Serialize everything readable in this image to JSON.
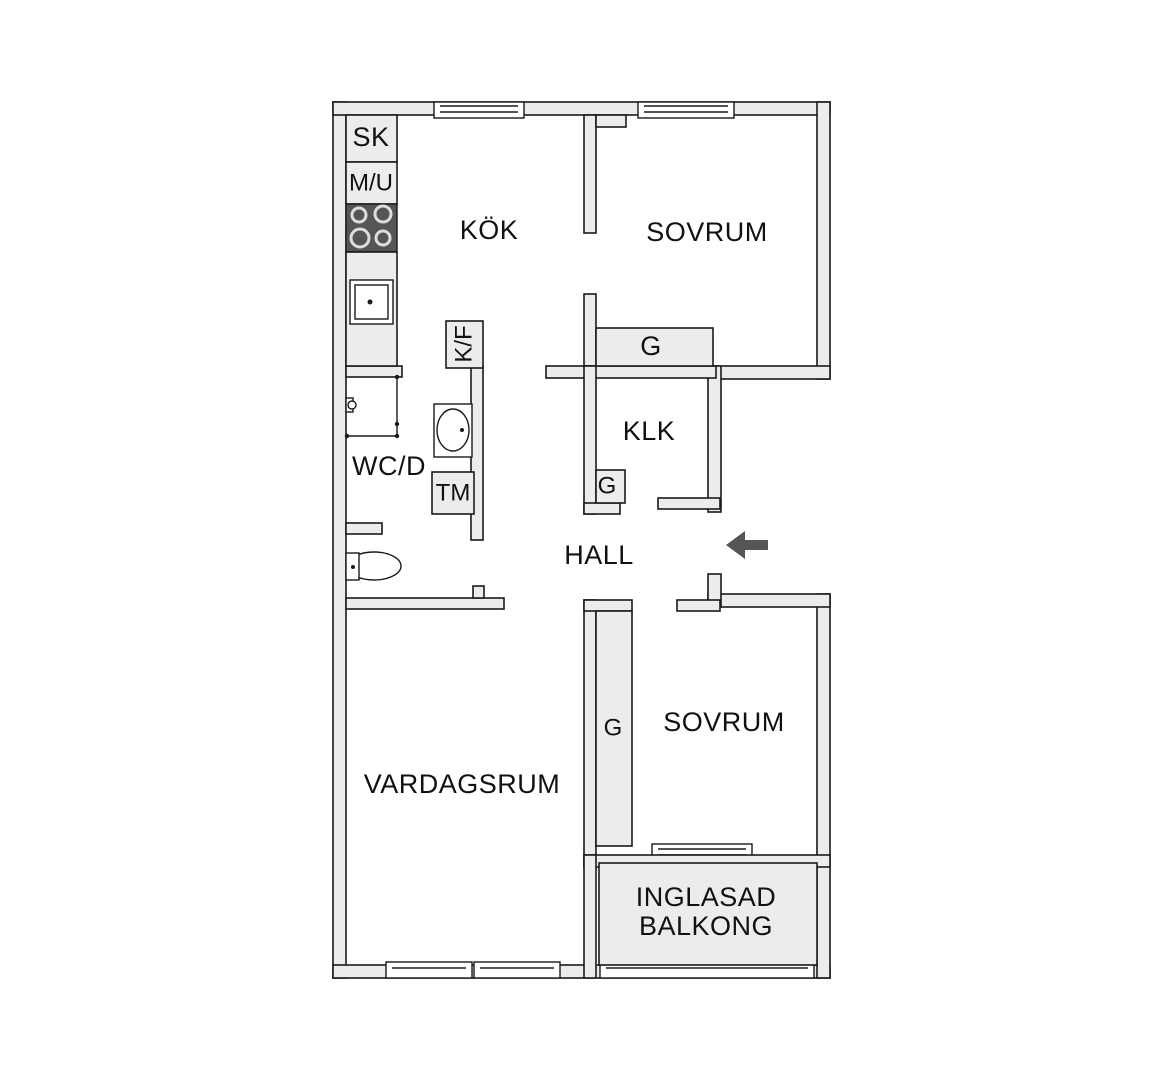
{
  "rooms": {
    "kitchen": "KÖK",
    "bedroom_1": "SOVRUM",
    "bedroom_2": "SOVRUM",
    "closet_room": "KLK",
    "wc": "WC/D",
    "hall": "HALL",
    "living_room": "VARDAGSRUM",
    "balcony_line1": "INGLASAD",
    "balcony_line2": "BALKONG"
  },
  "fixtures": {
    "sk": "SK",
    "mu": "M/U",
    "kf": "K/F",
    "tm": "TM",
    "wardrobe_1": "G",
    "wardrobe_2": "G",
    "wardrobe_3": "G"
  },
  "icons": {
    "entrance": "entrance-arrow-icon",
    "stove": "stove-icon",
    "sink": "kitchen-sink-icon",
    "washbasin": "washbasin-icon",
    "toilet": "toilet-icon",
    "shower": "shower-icon"
  },
  "colors": {
    "wall_fill": "#ececec",
    "line": "#1a1a1a",
    "stove": "#555555",
    "arrow": "#555555"
  }
}
